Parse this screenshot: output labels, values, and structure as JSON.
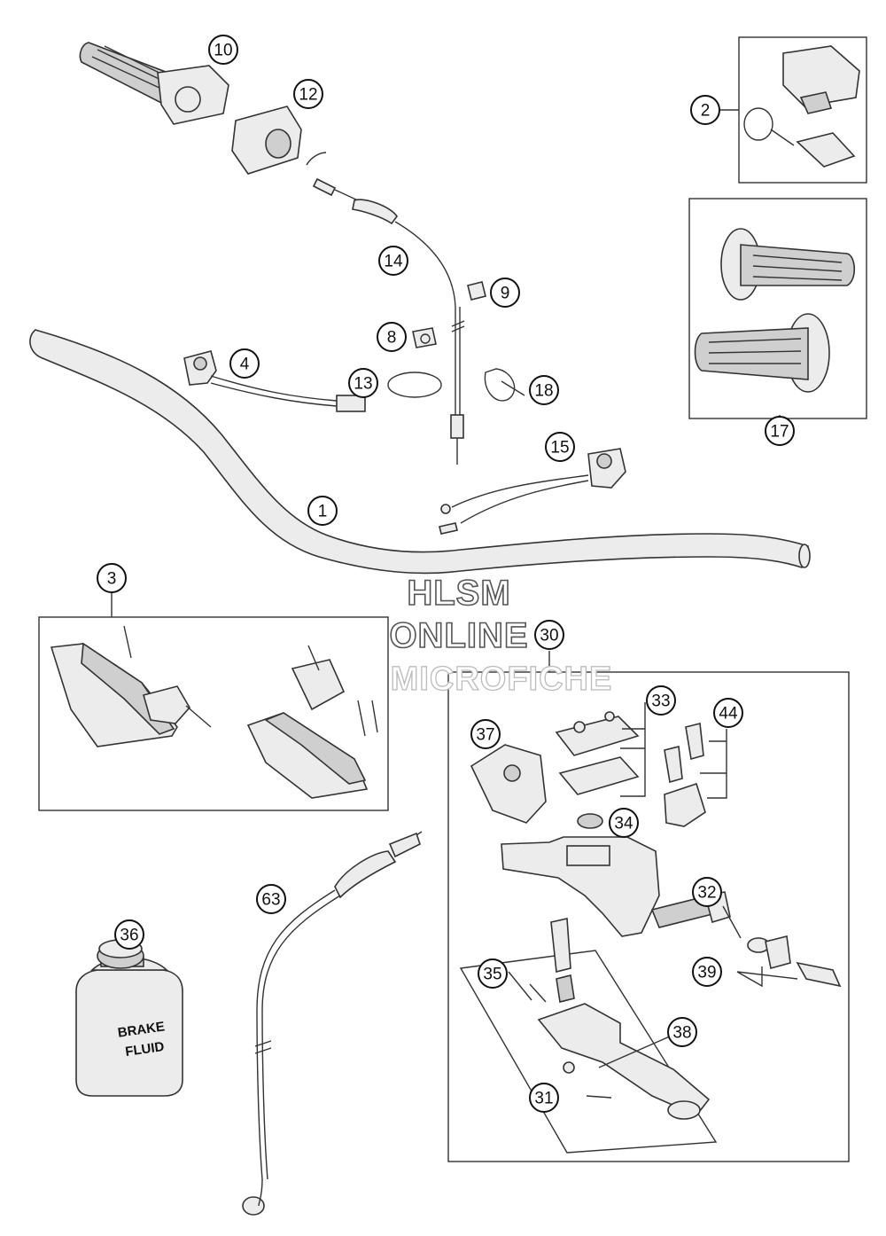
{
  "watermark": {
    "line1": "HLSM",
    "line2": "ONLINE",
    "line3": "MICROFICHE"
  },
  "bottle": {
    "line1": "BRAKE",
    "line2": "FLUID"
  },
  "callouts": {
    "c1": "1",
    "c2": "2",
    "c3": "3",
    "c4": "4",
    "c8": "8",
    "c9": "9",
    "c10": "10",
    "c12": "12",
    "c13": "13",
    "c14": "14",
    "c15": "15",
    "c17": "17",
    "c18": "18",
    "c30": "30",
    "c31": "31",
    "c32": "32",
    "c33": "33",
    "c34": "34",
    "c35": "35",
    "c36": "36",
    "c37": "37",
    "c38": "38",
    "c39": "39",
    "c44": "44",
    "c63": "63"
  }
}
